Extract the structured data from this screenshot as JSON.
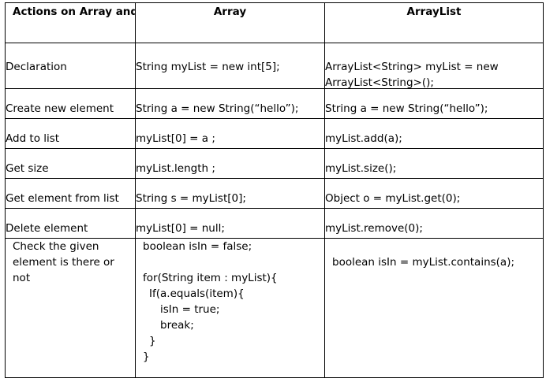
{
  "table": {
    "headers": [
      "Actions on Array and ArrayList",
      "Array",
      "ArrayList"
    ],
    "rows": [
      {
        "action": "Declaration",
        "array": [
          "String myList = new int[5];"
        ],
        "arraylist": [
          "ArrayList<String> myList = new",
          "ArrayList<String>();"
        ]
      },
      {
        "action": "Create new element",
        "array": [
          "String a = new String(“hello”);"
        ],
        "arraylist": [
          "String a = new String(“hello”);"
        ]
      },
      {
        "action": "Add to list",
        "array": [
          "myList[0] = a ;"
        ],
        "arraylist": [
          "myList.add(a);"
        ]
      },
      {
        "action": "Get size",
        "array": [
          "myList.length ;"
        ],
        "arraylist": [
          "myList.size();"
        ]
      },
      {
        "action": "Get element from list",
        "array": [
          "String s = myList[0];"
        ],
        "arraylist": [
          "Object o = myList.get(0);"
        ]
      },
      {
        "action": "Delete element",
        "array": [
          "myList[0] = null;"
        ],
        "arraylist": [
          "myList.remove(0);"
        ]
      },
      {
        "action": "Check the given element is there or not",
        "array": [
          "boolean isIn = false;",
          "",
          "for(String item : myList){",
          "If(a.equals(item){",
          "isIn = true;",
          "break;",
          "}",
          "}"
        ],
        "arraylist": [
          "boolean isIn = myList.contains(a);"
        ]
      }
    ]
  }
}
